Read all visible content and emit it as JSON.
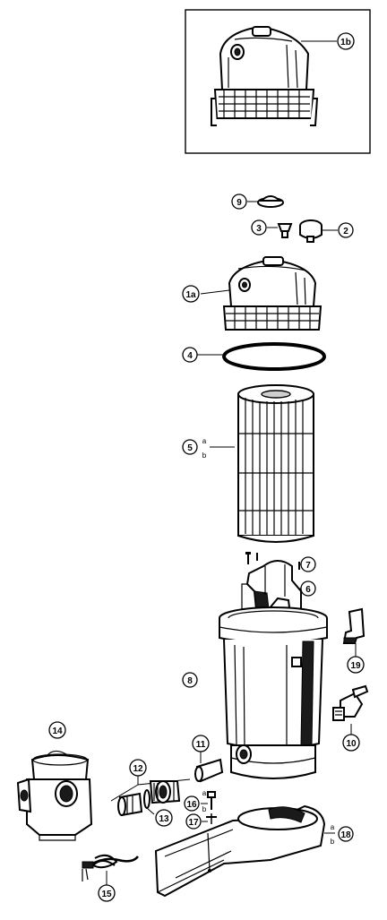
{
  "diagram": {
    "callouts": [
      {
        "id": "1b",
        "label": "1b"
      },
      {
        "id": "9",
        "label": "9"
      },
      {
        "id": "3",
        "label": "3"
      },
      {
        "id": "2",
        "label": "2"
      },
      {
        "id": "1a",
        "label": "1a"
      },
      {
        "id": "4",
        "label": "4"
      },
      {
        "id": "5",
        "label": "5",
        "suffix_top": "a",
        "suffix_bottom": "b"
      },
      {
        "id": "7",
        "label": "7"
      },
      {
        "id": "6",
        "label": "6"
      },
      {
        "id": "8",
        "label": "8"
      },
      {
        "id": "19",
        "label": "19"
      },
      {
        "id": "10",
        "label": "10"
      },
      {
        "id": "11",
        "label": "11"
      },
      {
        "id": "14",
        "label": "14"
      },
      {
        "id": "12",
        "label": "12"
      },
      {
        "id": "13",
        "label": "13"
      },
      {
        "id": "16",
        "label": "16",
        "suffix_top": "a",
        "suffix_bottom": "b"
      },
      {
        "id": "17",
        "label": "17"
      },
      {
        "id": "18",
        "label": "18",
        "suffix_top": "a",
        "suffix_bottom": "b"
      },
      {
        "id": "15",
        "label": "15"
      }
    ]
  }
}
